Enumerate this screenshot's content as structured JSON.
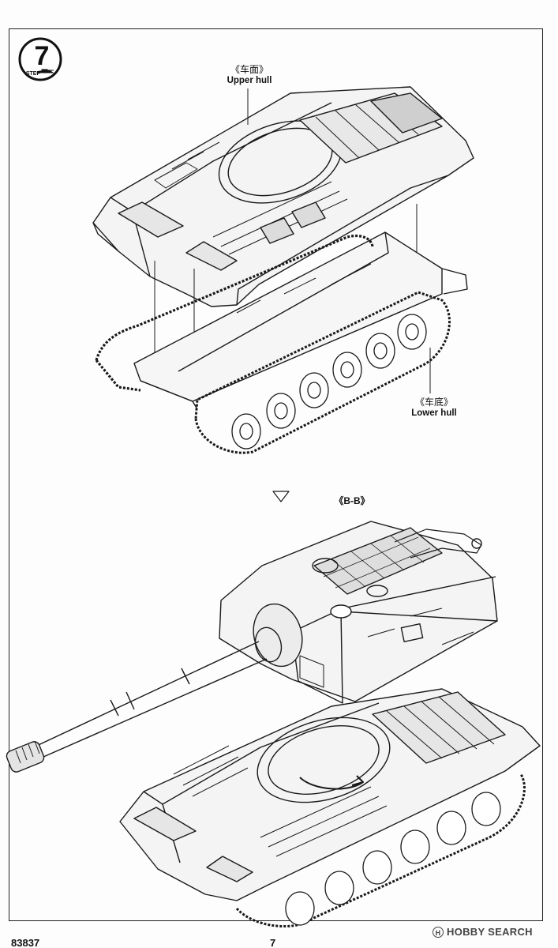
{
  "step": {
    "number": "7",
    "word": "STEP"
  },
  "labels": {
    "upper_hull_zh": "《车面》",
    "upper_hull_en": "Upper hull",
    "lower_hull_zh": "《车底》",
    "lower_hull_en": "Lower hull",
    "section": "《B-B》"
  },
  "footer": {
    "kit_number": "83837",
    "page_number": "7"
  },
  "watermark": {
    "text": "HOBBY SEARCH"
  },
  "colors": {
    "ink": "#111111",
    "badge_fill": "#1a1a1a",
    "paper": "#fdfdfd"
  },
  "icons": {
    "step_badge": "step-number-badge-icon",
    "direction_arrow": "down-arrow-outline-icon",
    "rotate_arrow": "rotate-arrow-icon"
  }
}
